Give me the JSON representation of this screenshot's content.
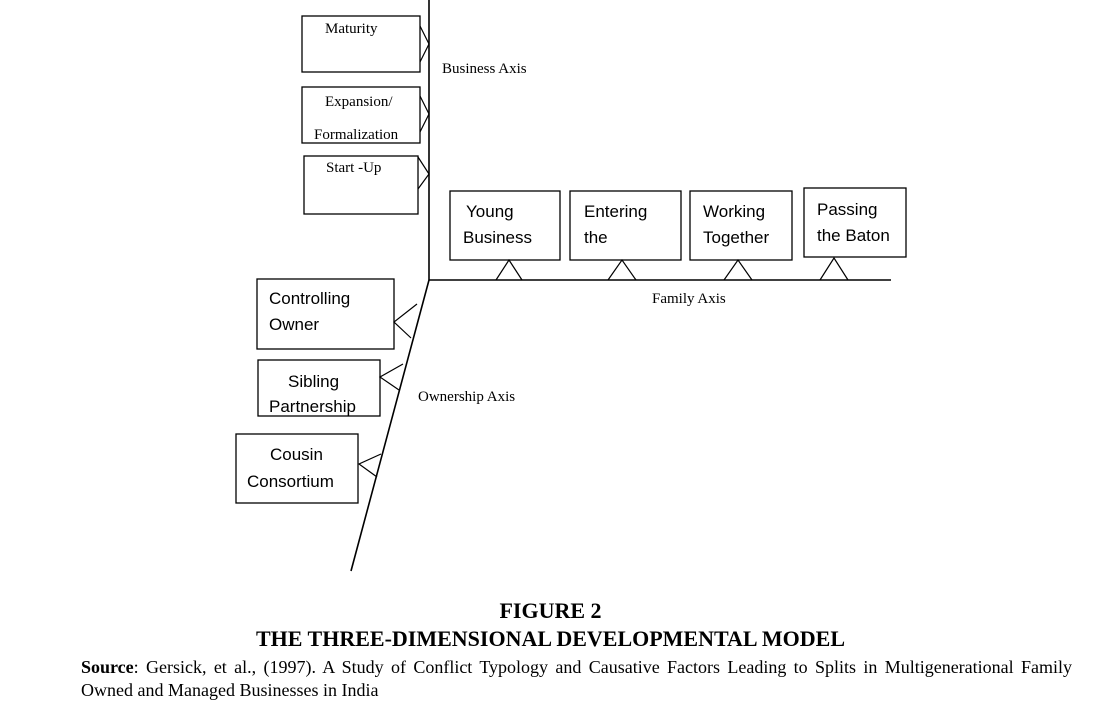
{
  "diagram": {
    "business_axis": {
      "label": "Business Axis",
      "stages": [
        {
          "line1": "Maturity",
          "line2": ""
        },
        {
          "line1": "Expansion/",
          "line2": "Formalization"
        },
        {
          "line1": "Start -Up",
          "line2": ""
        }
      ]
    },
    "family_axis": {
      "label": "Family Axis",
      "stages": [
        {
          "line1": "Young",
          "line2": "Business"
        },
        {
          "line1": "Entering",
          "line2": "the"
        },
        {
          "line1": "Working",
          "line2": "Together"
        },
        {
          "line1": "Passing",
          "line2": "the Baton"
        }
      ]
    },
    "ownership_axis": {
      "label": "Ownership Axis",
      "stages": [
        {
          "line1": "Controlling",
          "line2": "Owner"
        },
        {
          "line1": "Sibling",
          "line2": "Partnership"
        },
        {
          "line1": "Cousin",
          "line2": "Consortium"
        }
      ]
    }
  },
  "figure": {
    "number": "FIGURE 2",
    "title": "THE THREE-DIMENSIONAL DEVELOPMENTAL MODEL",
    "source_label": "Source",
    "source_text": ": Gersick, et al., (1997). A Study of Conflict Typology and Causative Factors Leading to Splits in Multigenerational Family Owned and Managed Businesses in India"
  }
}
